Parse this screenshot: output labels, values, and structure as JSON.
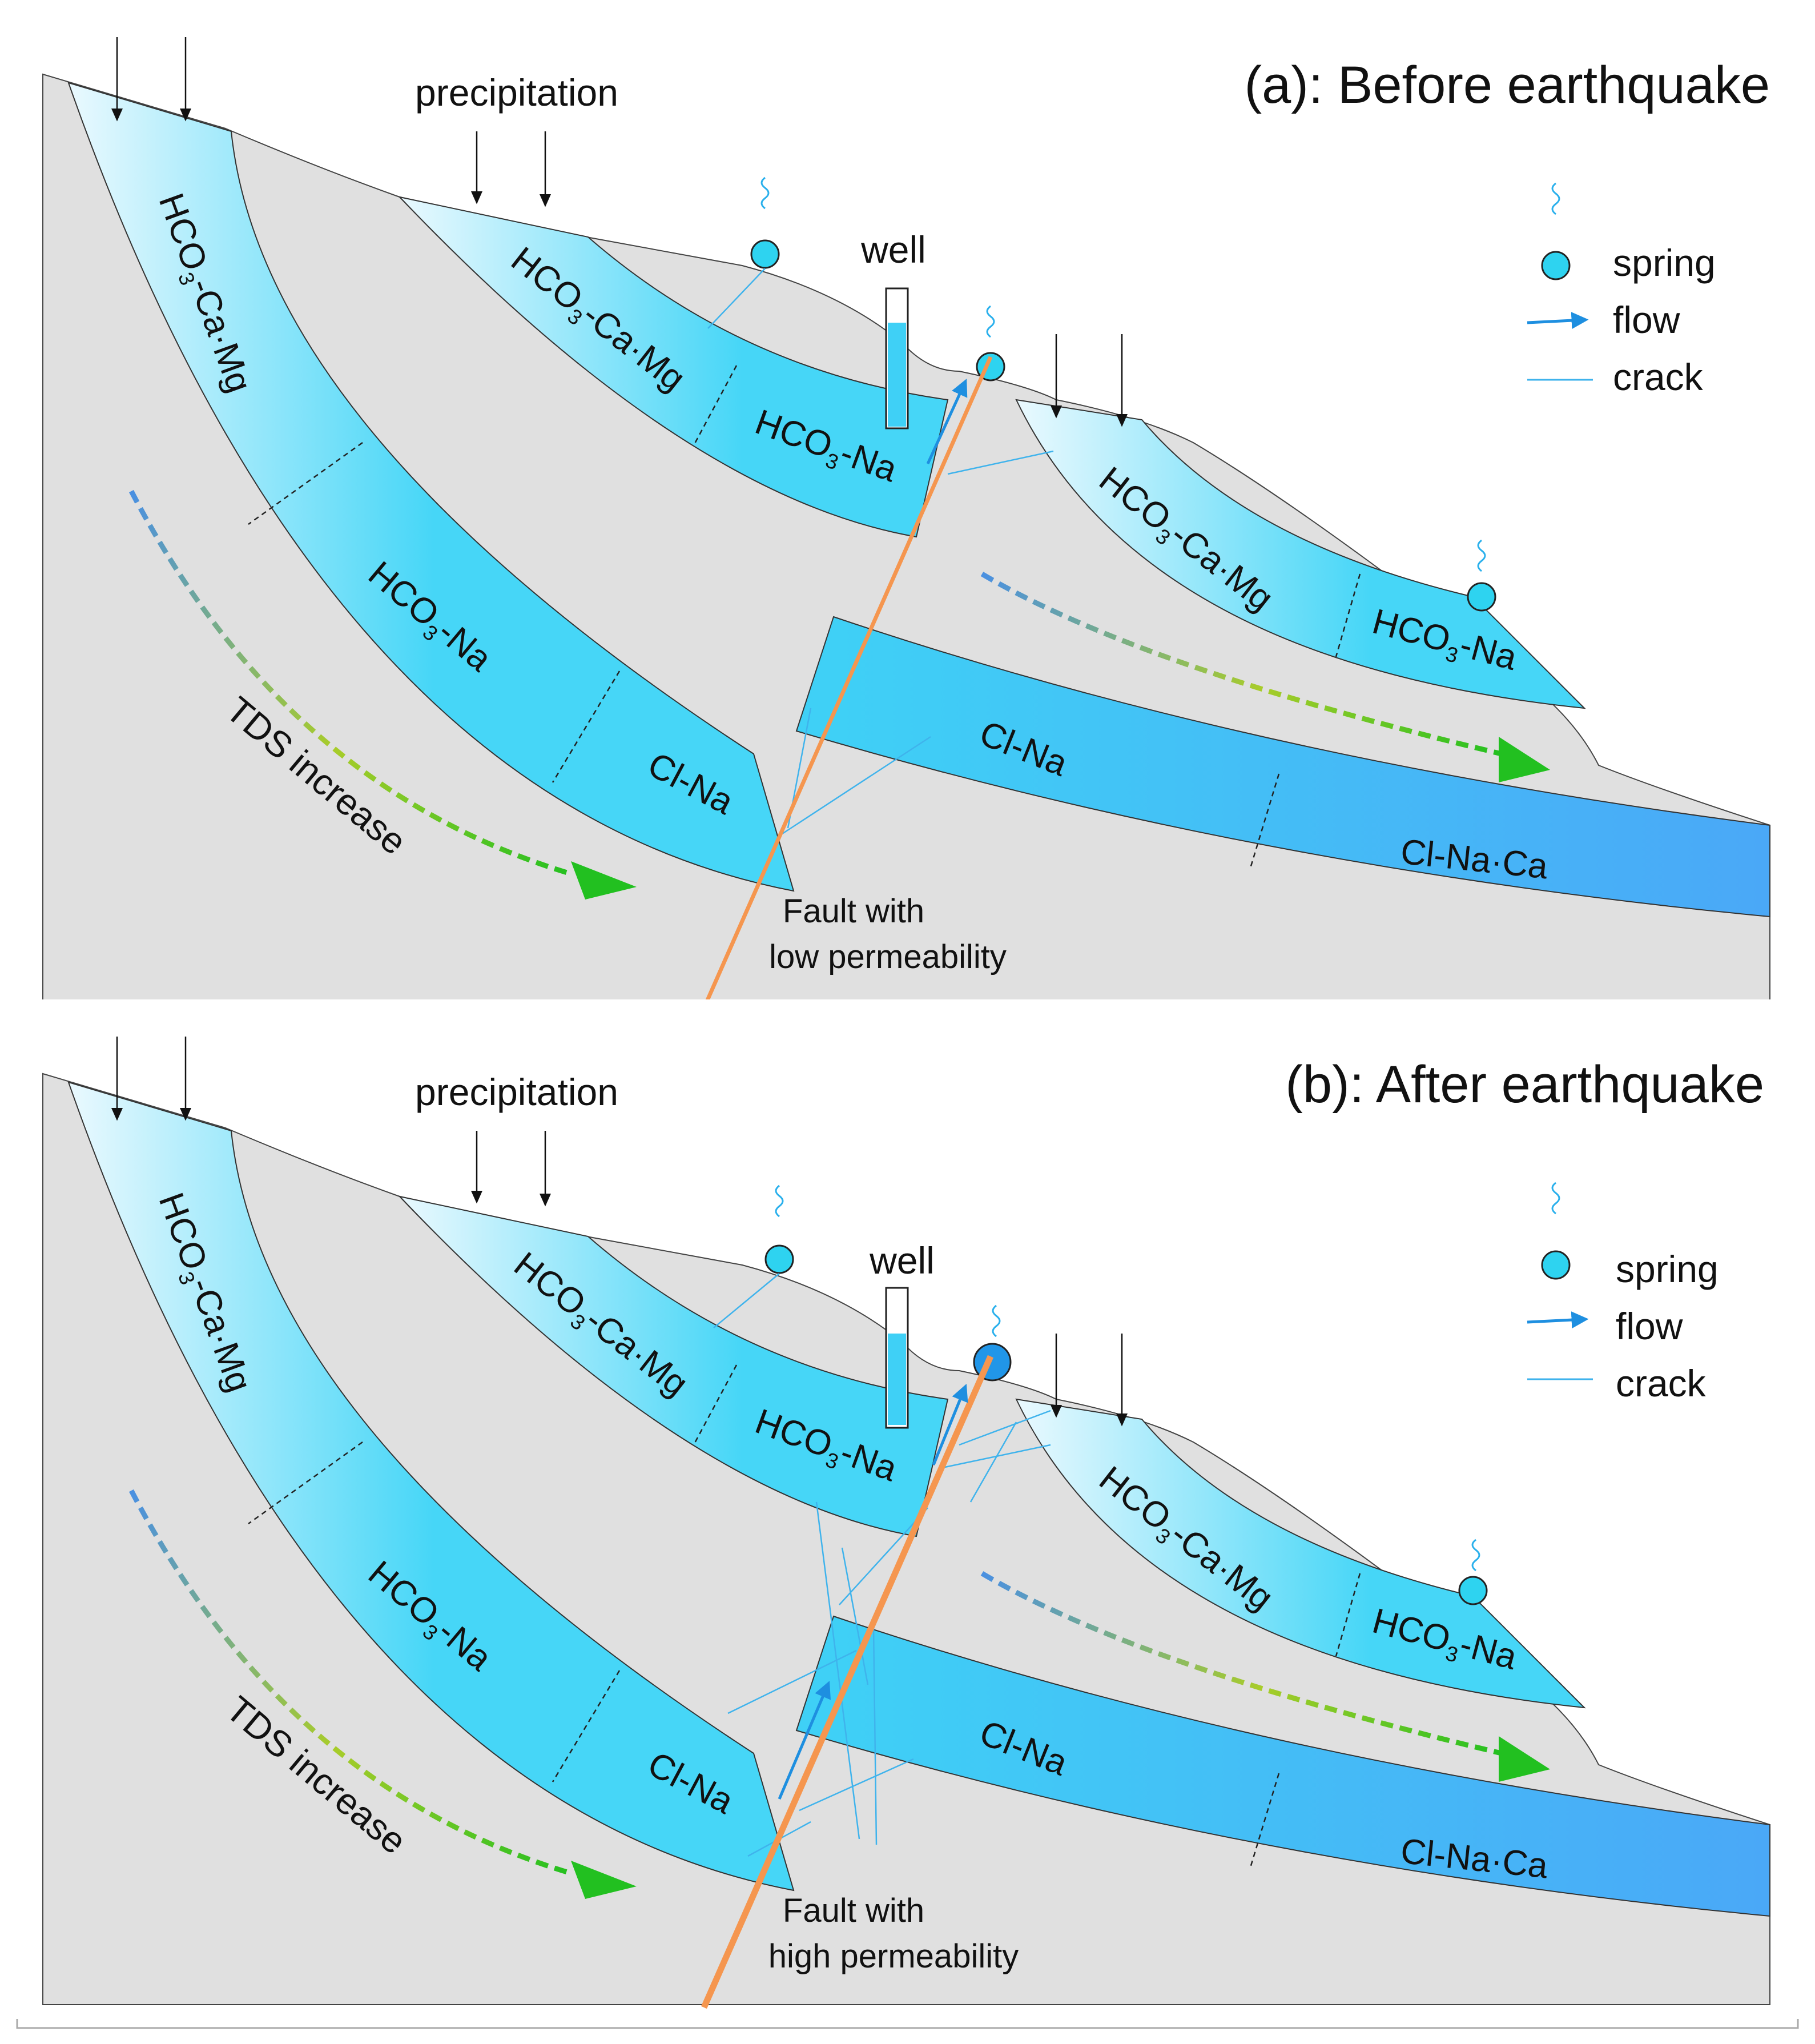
{
  "panels": [
    {
      "id": "a",
      "title": "(a): Before earthquake",
      "precipitation_label": "precipitation",
      "well_label": "well",
      "tds_label": "TDS increase",
      "fault_label_line1": "Fault with",
      "fault_label_line2": "low permeability",
      "legend": {
        "spring": "spring",
        "flow": "flow",
        "crack": "crack"
      },
      "zones": {
        "a1_top": "HCO3-Ca·Mg",
        "a1_mid": "HCO3-Na",
        "a1_bot": "Cl-Na",
        "a2_top": "HCO3-Ca·Mg",
        "a2_mid": "HCO3-Na",
        "a3_top": "HCO3-Ca·Mg",
        "a3_mid": "HCO3-Na",
        "a4_left": "Cl-Na",
        "a4_right": "Cl-Na·Ca"
      }
    },
    {
      "id": "b",
      "title": "(b): After earthquake",
      "precipitation_label": "precipitation",
      "well_label": "well",
      "tds_label": "TDS increase",
      "fault_label_line1": "Fault with",
      "fault_label_line2": "high permeability",
      "legend": {
        "spring": "spring",
        "flow": "flow",
        "crack": "crack"
      },
      "zones": {
        "a1_top": "HCO3-Ca·Mg",
        "a1_mid": "HCO3-Na",
        "a1_bot": "Cl-Na",
        "a2_top": "HCO3-Ca·Mg",
        "a2_mid": "HCO3-Na",
        "a3_top": "HCO3-Ca·Mg",
        "a3_mid": "HCO3-Na",
        "a4_left": "Cl-Na",
        "a4_right": "Cl-Na·Ca"
      }
    }
  ],
  "colors": {
    "ground": "#e0e0e0",
    "aquifer_light": "#eaf9fe",
    "aquifer_mid": "#46d6f7",
    "aquifer_deep": "#4aa8f7",
    "fault": "#f5964f",
    "crack": "#3fb3ec",
    "flow_arrow": "#1e8fe0",
    "spring": "#2ed3f0",
    "spring_after": "#2196e8",
    "tds_start": "#4a90e2",
    "tds_end": "#22c020"
  },
  "icons": [
    "spring-icon",
    "flow-arrow-icon",
    "crack-line-icon",
    "precipitation-arrow-icon",
    "well-icon"
  ]
}
